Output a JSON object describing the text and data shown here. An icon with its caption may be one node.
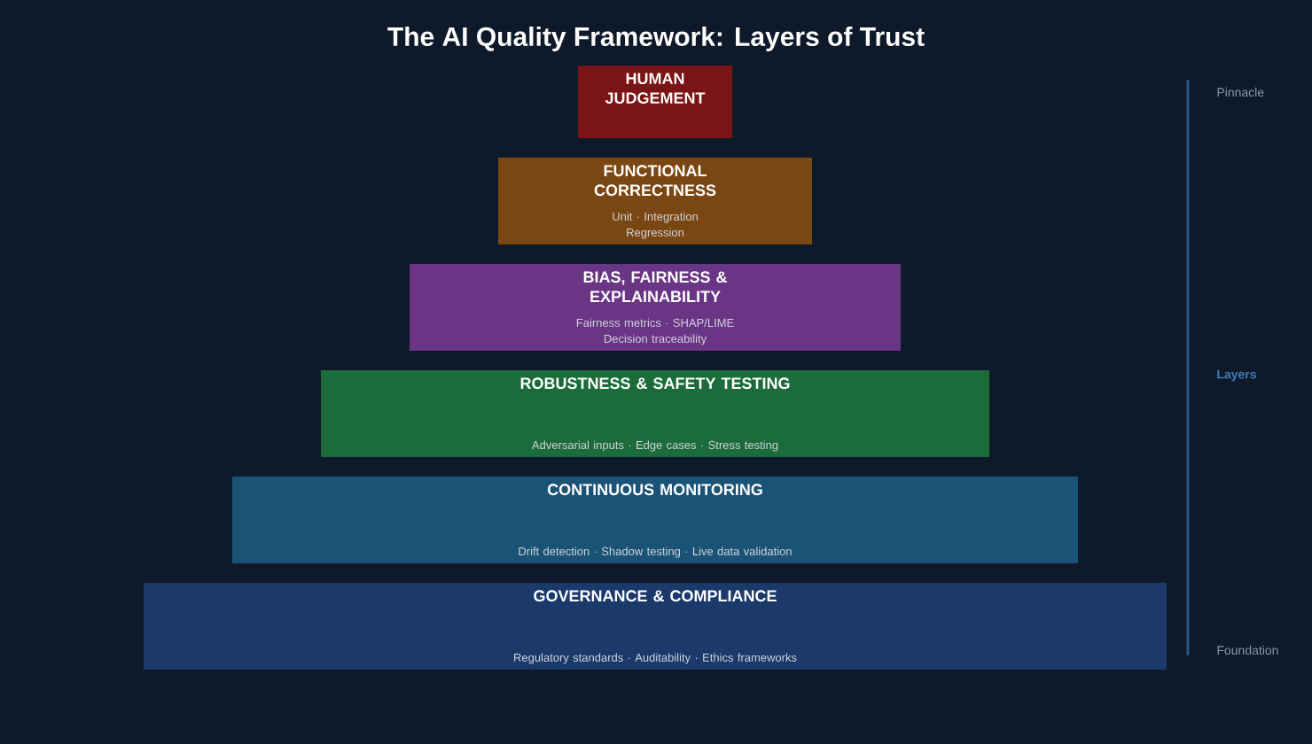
{
  "diagram": {
    "title": "The AI Quality Framework: Layers of Trust",
    "nodes": [
      {
        "text": [
          "HUMAN JUDGEMENT"
        ]
      },
      {
        "text": [
          "FUNCTIONAL CORRECTNESS",
          "Unit · Integration Regression"
        ]
      },
      {
        "text": [
          "BIAS, FAIRNESS & EXPLAINABILITY",
          "Fairness metrics · SHAP/LIME Decision traceability"
        ]
      },
      {
        "text": [
          "ROBUSTNESS & SAFETY TESTING",
          "Adversarial inputs · Edge cases · Stress testing"
        ]
      },
      {
        "text": [
          "CONTINUOUS MONITORING",
          "Drift detection · Shadow testing · Live data validation"
        ]
      },
      {
        "text": [
          "GOVERNANCE & COMPLIANCE",
          "Regulatory standards · Auditability · Ethics frameworks"
        ]
      }
    ],
    "labels": [
      "Pinnacle",
      "Layers",
      "Foundation"
    ]
  }
}
